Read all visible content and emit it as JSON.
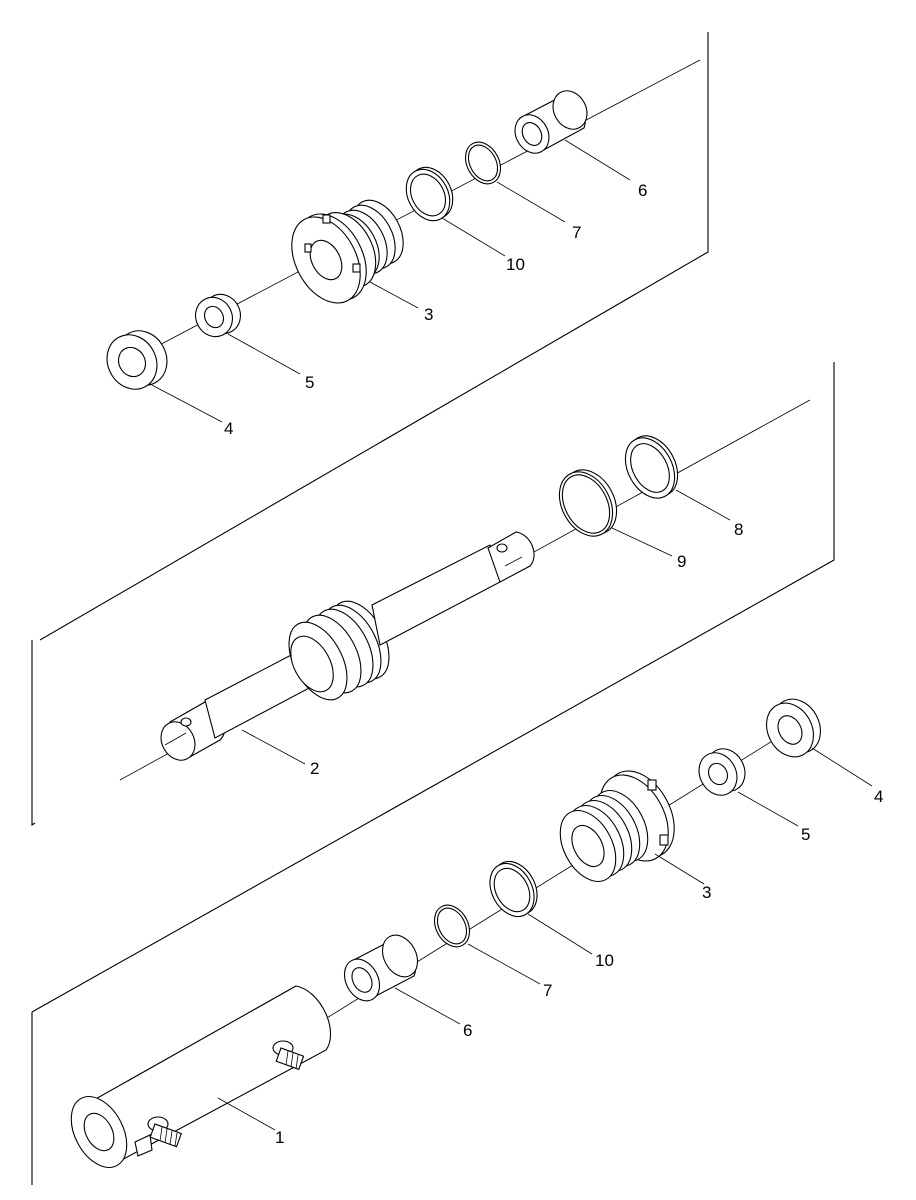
{
  "colors": {
    "line": "#000000",
    "background": "#ffffff"
  },
  "callouts": {
    "top": [
      {
        "label": "6"
      },
      {
        "label": "7"
      },
      {
        "label": "10"
      },
      {
        "label": "3"
      },
      {
        "label": "5"
      },
      {
        "label": "4"
      }
    ],
    "middle": [
      {
        "label": "8"
      },
      {
        "label": "9"
      },
      {
        "label": "2"
      }
    ],
    "bottom": [
      {
        "label": "4"
      },
      {
        "label": "5"
      },
      {
        "label": "3"
      },
      {
        "label": "10"
      },
      {
        "label": "7"
      },
      {
        "label": "6"
      },
      {
        "label": "1"
      }
    ]
  }
}
